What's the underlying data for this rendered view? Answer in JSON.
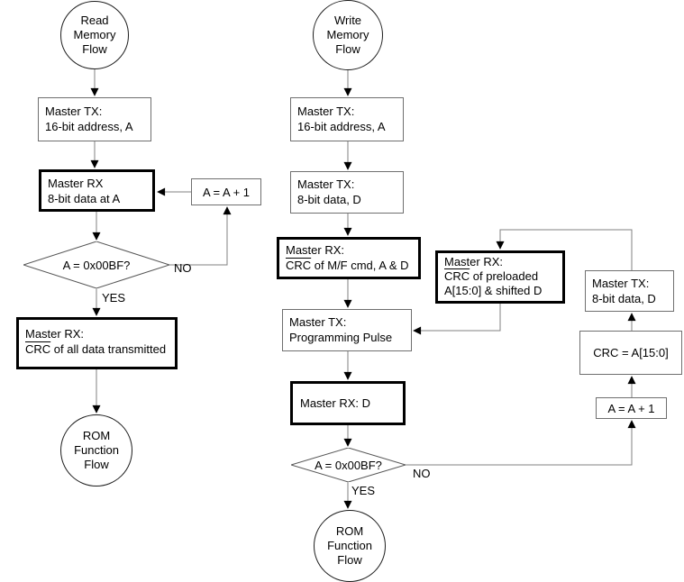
{
  "colors": {
    "connector": "#808080",
    "thin_border": "#6f6f6f",
    "bold_border": "#000000",
    "arrowhead": "#000000",
    "background": "#ffffff",
    "text": "#000000"
  },
  "read_flow": {
    "start": {
      "lines": [
        "Read",
        "Memory",
        "Flow"
      ]
    },
    "tx_address": {
      "lines": [
        "Master TX:",
        "16-bit address, A"
      ]
    },
    "rx_data": {
      "lines": [
        "Master RX",
        "8-bit data at A"
      ]
    },
    "increment": {
      "label": "A = A + 1"
    },
    "decision": {
      "label": "A = 0x00BF?",
      "no_label": "NO",
      "yes_label": "YES"
    },
    "rx_crc": {
      "line1": "Master RX:",
      "crc": "CRC",
      "rest": " of all data transmitted"
    },
    "end": {
      "lines": [
        "ROM",
        "Function",
        "Flow"
      ]
    }
  },
  "write_flow": {
    "start": {
      "lines": [
        "Write",
        "Memory",
        "Flow"
      ]
    },
    "tx_address": {
      "lines": [
        "Master TX:",
        "16-bit address, A"
      ]
    },
    "tx_data": {
      "lines": [
        "Master TX:",
        "8-bit data, D"
      ]
    },
    "rx_crc_cmd": {
      "line1": "Master RX:",
      "crc": "CRC",
      "rest": " of M/F cmd, A & D"
    },
    "tx_pulse": {
      "lines": [
        "Master TX:",
        "Programming Pulse"
      ]
    },
    "rx_d": {
      "label": "Master RX: D"
    },
    "decision": {
      "label": "A = 0x00BF?",
      "no_label": "NO",
      "yes_label": "YES"
    },
    "end": {
      "lines": [
        "ROM",
        "Function",
        "Flow"
      ]
    },
    "rx_crc_preloaded": {
      "line1": "Master RX:",
      "crc": "CRC",
      "rest": " of preloaded",
      "line3": "A[15:0] & shifted D"
    },
    "tx_data_right": {
      "lines": [
        "Master TX:",
        "8-bit data, D"
      ]
    },
    "crc_assign": {
      "label": "CRC = A[15:0]"
    },
    "increment": {
      "label": "A = A + 1"
    }
  }
}
